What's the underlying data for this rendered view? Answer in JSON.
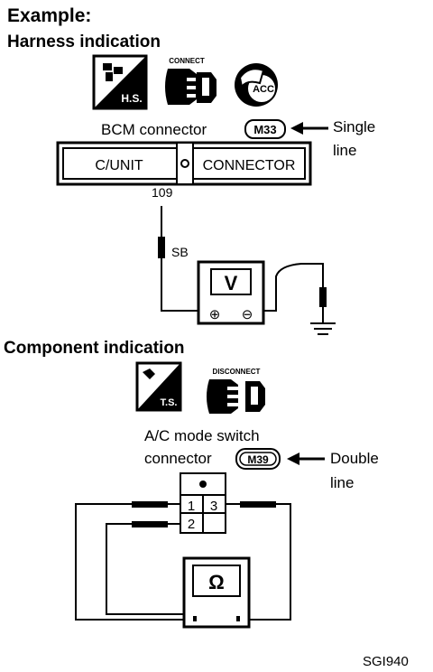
{
  "heading": "Example:",
  "harness": {
    "title": "Harness indication",
    "icon_connect_label": "CONNECT",
    "icon_hs_text": "H.S.",
    "icon_key_text": "ACC",
    "connector_label": "BCM connector",
    "connector_code": "M33",
    "arrow_note_line1": "Single",
    "arrow_note_line2": "line",
    "cunit_label": "C/UNIT",
    "connector_text": "CONNECTOR",
    "terminal": "109",
    "wire_color": "SB",
    "meter_symbol": "V",
    "plus_symbol": "⊕",
    "minus_symbol": "⊖"
  },
  "component": {
    "title": "Component indication",
    "icon_disconnect_label": "DISCONNECT",
    "icon_ts_text": "T.S.",
    "connector_label_line1": "A/C mode switch",
    "connector_label_line2": "connector",
    "connector_code": "M39",
    "arrow_note_line1": "Double",
    "arrow_note_line2": "line",
    "pin_1": "1",
    "pin_2": "2",
    "pin_3": "3",
    "meter_symbol": "Ω"
  },
  "figure_code": "SGI940"
}
